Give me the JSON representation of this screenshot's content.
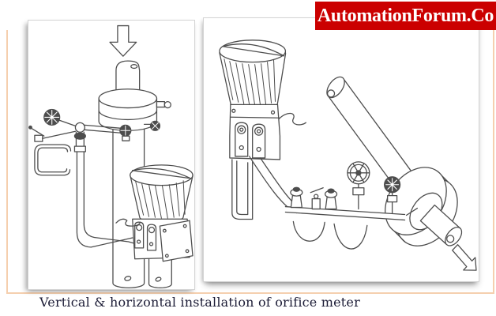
{
  "banner": {
    "text": "AutomationForum.Co",
    "background_color": "#cb0000",
    "text_color": "#ffffff"
  },
  "caption": {
    "text": "Vertical & horizontal installation of orifice meter",
    "color": "#1c1c36"
  },
  "figure": {
    "line_color": "#4d4d4d",
    "frame_line_color": "#f5cfae",
    "left_panel": {
      "content": "vertical installation drawing",
      "flow_icon": "flow-down-arrow-icon"
    },
    "right_panel": {
      "content": "horizontal installation drawing",
      "flow_icon": "flow-out-arrow-icon"
    }
  }
}
